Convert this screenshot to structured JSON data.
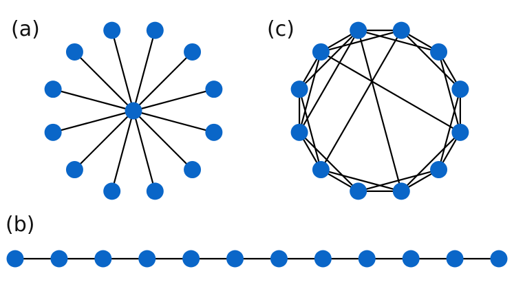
{
  "node_color": "#0a66c8",
  "edge_color": "#000000",
  "panels": {
    "a": {
      "label": "(a)",
      "type": "star",
      "leaf_count": 12
    },
    "b": {
      "label": "(b)",
      "type": "path",
      "node_count": 12
    },
    "c": {
      "label": "(c)",
      "type": "ring-with-chords",
      "node_count": 12,
      "extra_edges": [
        [
          0,
          9
        ],
        [
          1,
          8
        ],
        [
          0,
          6
        ],
        [
          11,
          4
        ]
      ]
    }
  }
}
